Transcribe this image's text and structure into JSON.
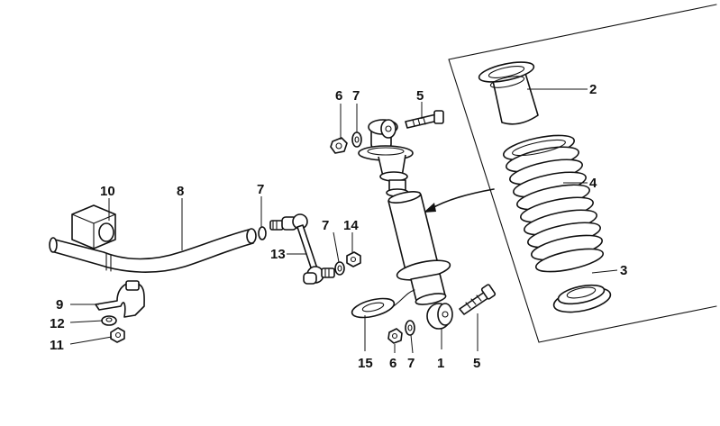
{
  "diagram": {
    "callouts": {
      "c1": "1",
      "c2": "2",
      "c3": "3",
      "c4": "4",
      "c5_top": "5",
      "c5_bottom": "5",
      "c6_top": "6",
      "c6_bottom": "6",
      "c7_top": "7",
      "c7_bar": "7",
      "c7_link": "7",
      "c7_bottom": "7",
      "c8": "8",
      "c9": "9",
      "c10": "10",
      "c11": "11",
      "c12": "12",
      "c13": "13",
      "c14": "14",
      "c15": "15"
    }
  }
}
